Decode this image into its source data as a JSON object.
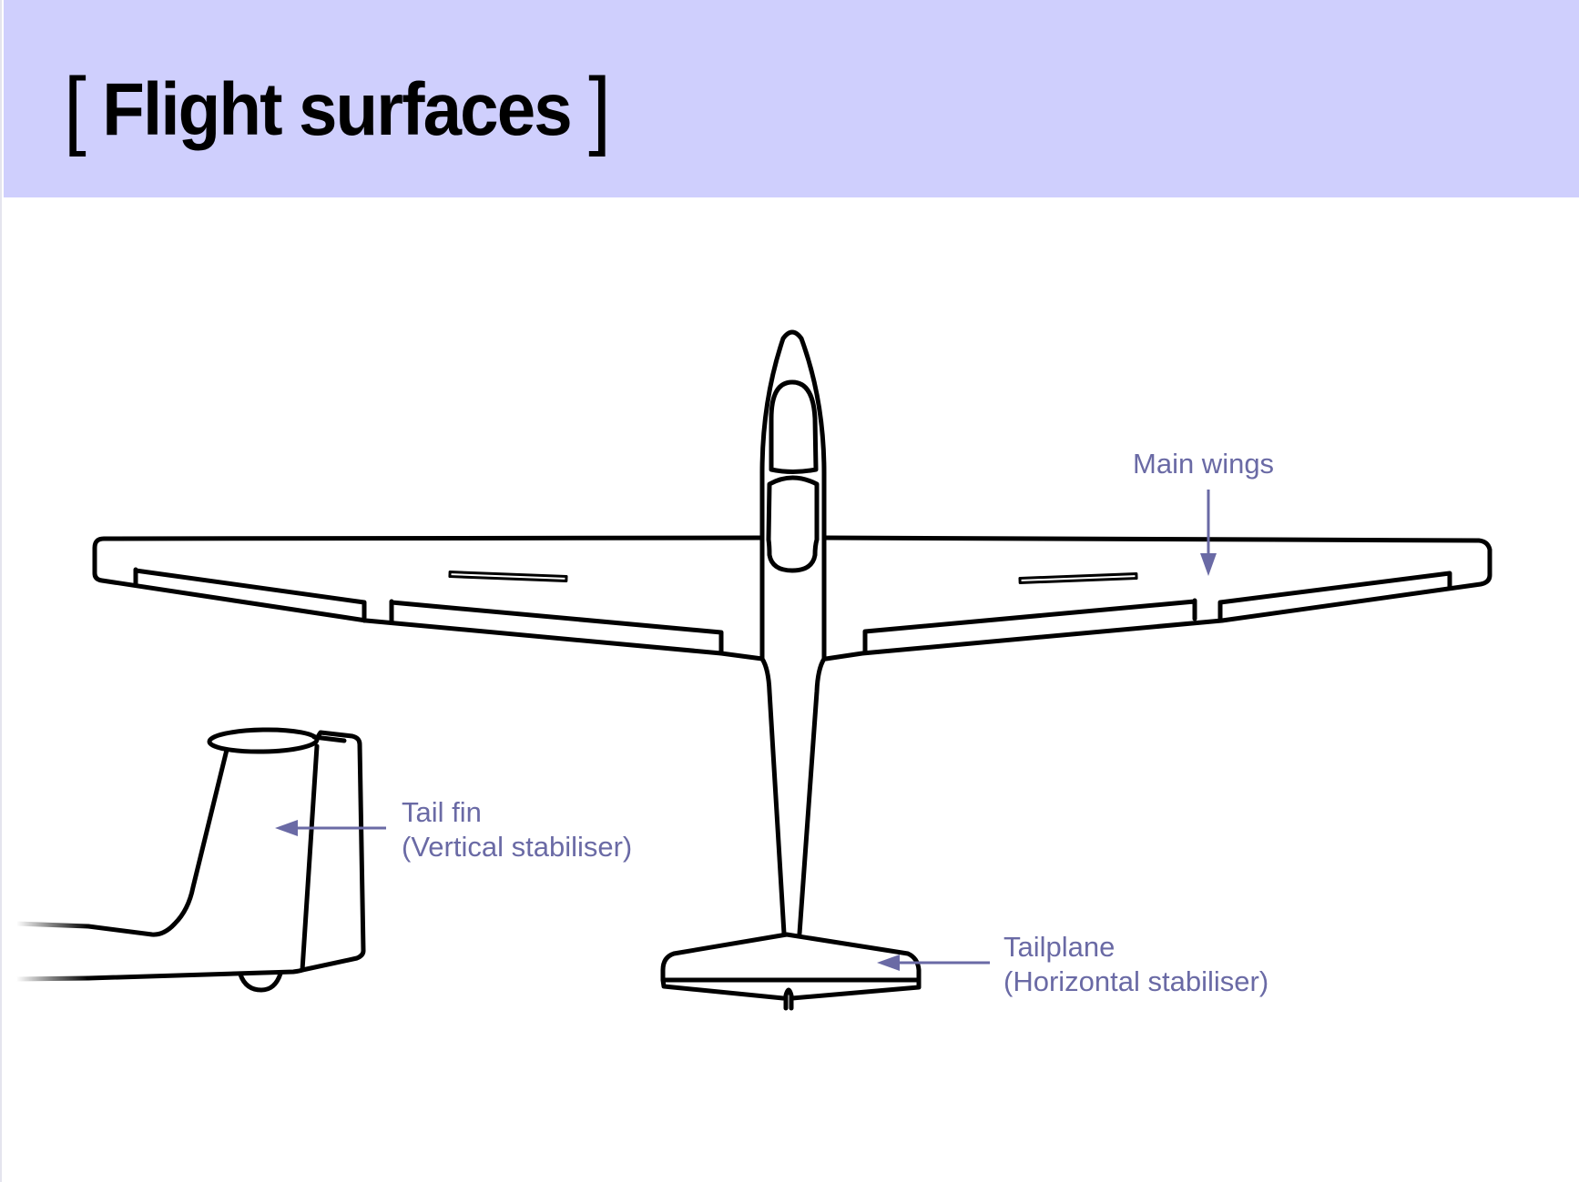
{
  "slide": {
    "title": "Flight surfaces",
    "title_open_bracket": "[",
    "title_close_bracket": "]",
    "colors": {
      "header_background": "#cfcffd",
      "label_and_arrow": "#6a6aa5",
      "outline": "#000000"
    }
  },
  "diagram": {
    "labels": {
      "main_wings": "Main wings",
      "tail_fin_line1": "Tail fin",
      "tail_fin_line2": "(Vertical stabiliser)",
      "tailplane_line1": "Tailplane",
      "tailplane_line2": "(Horizontal stabiliser)"
    },
    "figures": [
      "glider-top-view",
      "tail-fin-side-view"
    ]
  }
}
